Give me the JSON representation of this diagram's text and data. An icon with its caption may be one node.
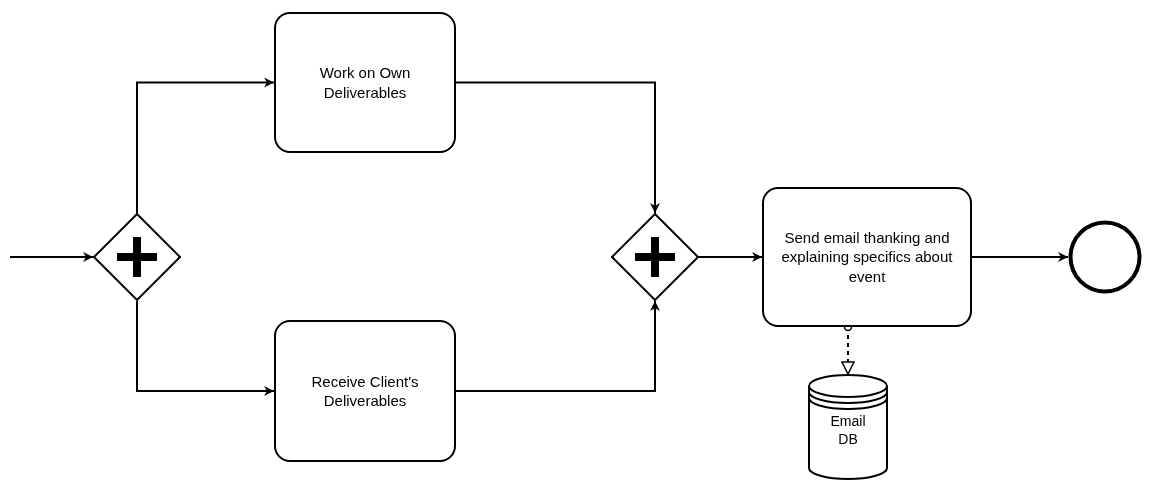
{
  "diagram": {
    "nodes": [
      {
        "text": [],
        "shape": "diamond"
      },
      {
        "text": [
          "Work on Own Deliverables"
        ]
      },
      {
        "text": [
          "Receive Client's Deliverables"
        ]
      },
      {
        "text": [],
        "shape": "diamond"
      },
      {
        "text": [
          "Send email thanking and explaining specifics about event"
        ]
      },
      {
        "text": [],
        "shape": "circle"
      },
      {
        "text": [
          "Email DB"
        ]
      }
    ],
    "edges": [
      {
        "from": null,
        "to": 0,
        "arrow": "to"
      },
      {
        "from": 0,
        "to": 1,
        "arrow": "to"
      },
      {
        "from": 0,
        "to": 2,
        "arrow": "to"
      },
      {
        "from": 1,
        "to": 3,
        "arrow": "to"
      },
      {
        "from": 2,
        "to": 3,
        "arrow": "to"
      },
      {
        "from": 3,
        "to": 4,
        "arrow": "to"
      },
      {
        "from": 4,
        "to": 5,
        "arrow": "to"
      },
      {
        "from": 4,
        "to": 6,
        "arrow": "to",
        "style": "dashed"
      }
    ]
  }
}
